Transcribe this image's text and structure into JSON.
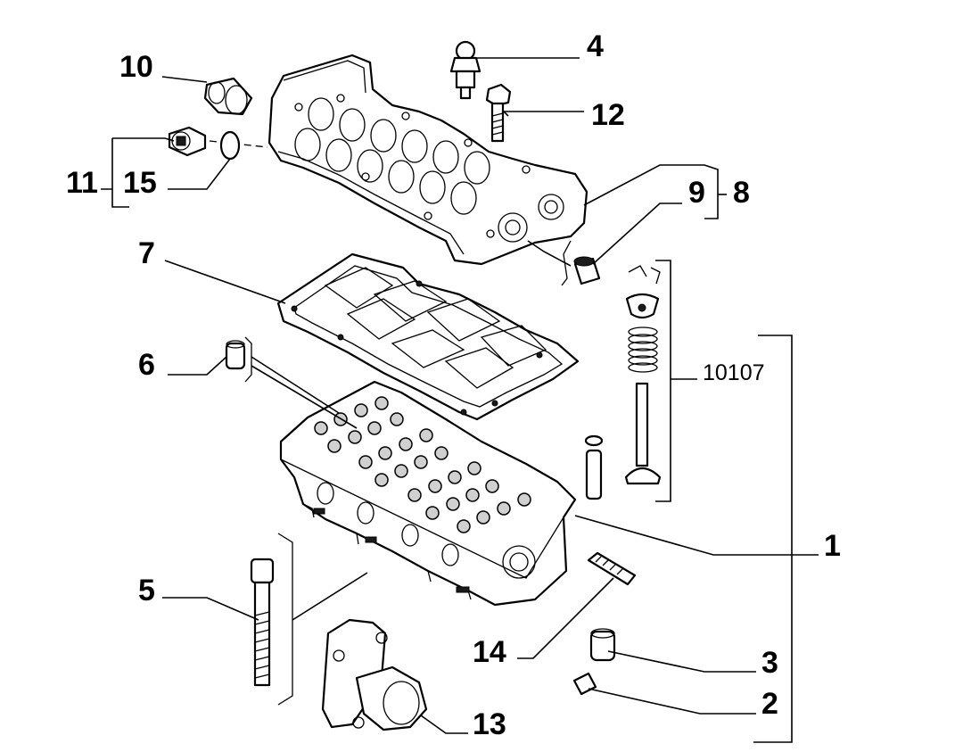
{
  "callouts": {
    "p1": "1",
    "p2": "2",
    "p3": "3",
    "p4": "4",
    "p5": "5",
    "p6": "6",
    "p7": "7",
    "p8": "8",
    "p9": "9",
    "p10": "10",
    "p11": "11",
    "p12": "12",
    "p13": "13",
    "p14": "14",
    "p15": "15",
    "ref10107": "10107"
  }
}
